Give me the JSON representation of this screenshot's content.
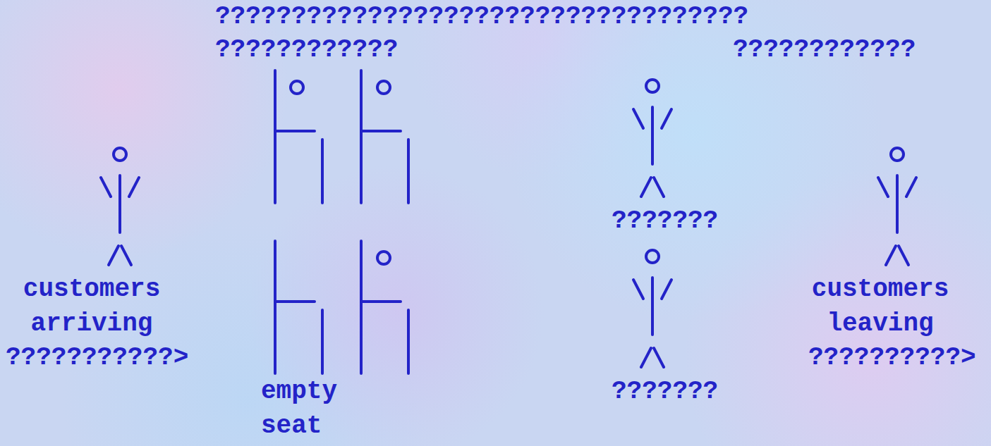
{
  "diagram": {
    "labels": [
      "???????????????????????????????????",
      "????????????",
      "????????????",
      "???????",
      "customers arriving",
      "customers leaving",
      "???????",
      "???????????>",
      "??????????>",
      "empty seat"
    ]
  }
}
